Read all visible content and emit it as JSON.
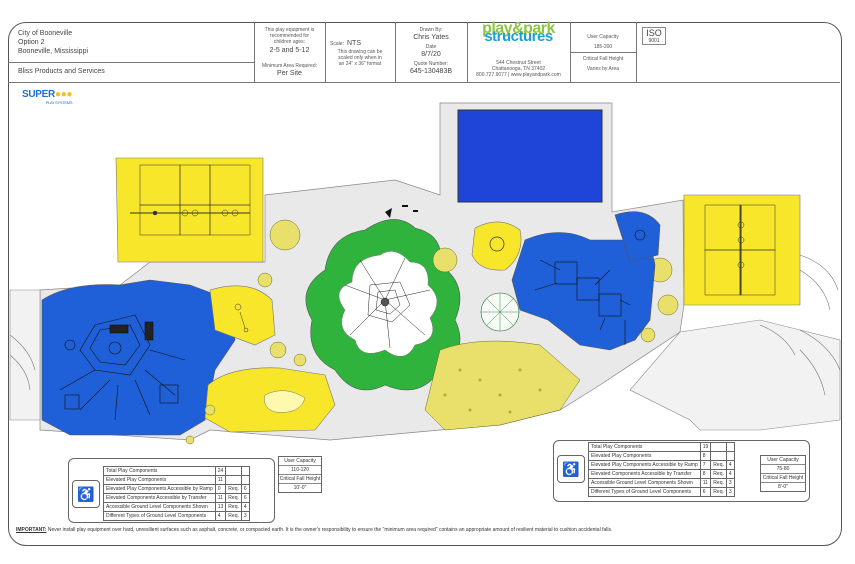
{
  "title_block": {
    "client_line1": "City of Booneville",
    "client_line2": "Option 2",
    "client_line3": "Booneville, Mississippi",
    "dealer": "Bliss Products and Services",
    "age_note1": "This play equipment is",
    "age_note2": "recommended for",
    "age_note3": "children ages:",
    "ages": "2-5 and 5-12",
    "min_area_label": "Minimum Area Required:",
    "min_area_value": "Per Site",
    "scale_label": "Scale:",
    "scale_value": "NTS",
    "scale_note1": "This drawing can be",
    "scale_note2": "scaled only when in",
    "scale_note3": "an 24\" x 36\" format",
    "drawn_by_label": "Drawn By:",
    "drawn_by": "Chris Yates",
    "date_label": "Date",
    "date": "8/7/20",
    "quote_label": "Quote Number:",
    "quote": "645-130483B",
    "logo_top": "play&park",
    "logo_bottom": "structures",
    "address": "544 Chestnut Street",
    "city": "Chattanooga, TN 37402",
    "contact": "800.727.9077 | www.playandpark.com",
    "user_capacity_label": "User Capacity",
    "user_capacity_value": "185-200",
    "crit_fall_label": "Critical Fall Height",
    "crit_fall_value": "Varies by Area",
    "iso_label": "ISO",
    "iso_number": "9001"
  },
  "brand": {
    "supersoft_logo": "SUPER",
    "supersoft_logo_suffix": "PLAY SYSTEMS"
  },
  "summary_left": {
    "rows": [
      {
        "label": "Total Play Components",
        "v1": "24",
        "req": "",
        "v2": ""
      },
      {
        "label": "Elevated Play Components",
        "v1": "11",
        "req": "",
        "v2": ""
      },
      {
        "label": "Elevated Play Components Accessible by Ramp",
        "v1": "0",
        "req": "Req.",
        "v2": "6"
      },
      {
        "label": "Elevated Components Accessible by Transfer",
        "v1": "11",
        "req": "Req.",
        "v2": "6"
      },
      {
        "label": "Accessible Ground Level Components Shown",
        "v1": "13",
        "req": "Req.",
        "v2": "4"
      },
      {
        "label": "Different Types of Ground Level Components",
        "v1": "4",
        "req": "Req.",
        "v2": "3"
      }
    ],
    "capacity_label": "User Capacity",
    "capacity_value": "110-120",
    "fall_label": "Critical Fall Height",
    "fall_value": "10'-0\""
  },
  "summary_right": {
    "rows": [
      {
        "label": "Total Play Components",
        "v1": "19",
        "req": "",
        "v2": ""
      },
      {
        "label": "Elevated Play Components",
        "v1": "8",
        "req": "",
        "v2": ""
      },
      {
        "label": "Elevated Play Components Accessible by Ramp",
        "v1": "7",
        "req": "Req.",
        "v2": "4"
      },
      {
        "label": "Elevated Components Accessible by Transfer",
        "v1": "8",
        "req": "Req.",
        "v2": "4"
      },
      {
        "label": "Accessible Ground Level Components Shown",
        "v1": "11",
        "req": "Req.",
        "v2": "3"
      },
      {
        "label": "Different Types of Ground Level Components",
        "v1": "6",
        "req": "Req.",
        "v2": "3"
      }
    ],
    "capacity_label": "User Capacity",
    "capacity_value": "75-80",
    "fall_label": "Critical Fall Height",
    "fall_value": "8'-0\""
  },
  "footer": {
    "important_label": "IMPORTANT:",
    "important_text": "Never install play equipment over hard, unresilient surfaces such as asphalt, concrete, or compacted earth.  It is the owner's responsibility to ensure the \"minimum area required\" contains an appropriate amount of resilient material to cushion accidental falls."
  },
  "colors": {
    "surface_yellow": "#f7e62a",
    "surface_blue": "#1f5fd8",
    "surface_green": "#2fb33c",
    "surface_gray": "#e9e9e9",
    "shrub_yellow": "#e8e06a",
    "pool_blue": "#1e45d8"
  },
  "icons": {
    "accessibility": "wheelchair-icon"
  }
}
